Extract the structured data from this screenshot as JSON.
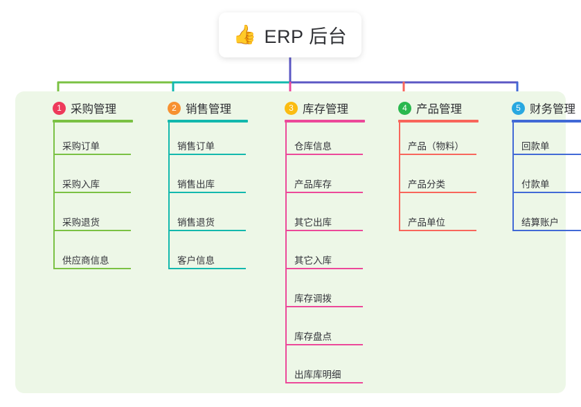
{
  "root": {
    "icon": "thumbs-up-icon",
    "emoji": "👍",
    "title": "ERP 后台"
  },
  "palette": {
    "panel_bg": "#edf7e7",
    "card_bg": "#ffffff",
    "text": "#2f3034",
    "trunk_purple": "#5b57c4",
    "green": "#7ac143",
    "teal": "#12b8ad",
    "pink": "#ec4899",
    "red": "#f8655b",
    "blue": "#4169d6"
  },
  "connector": {
    "segments": [
      {
        "name": "green-segment",
        "color": "#7ac143"
      },
      {
        "name": "teal-segment",
        "color": "#12b8ad"
      },
      {
        "name": "purple-segment",
        "color": "#5b57c4"
      }
    ],
    "drops": [
      {
        "name": "drop-purchase",
        "color": "#7ac143"
      },
      {
        "name": "drop-sales",
        "color": "#12b8ad"
      },
      {
        "name": "drop-inventory",
        "color": "#ec4899"
      },
      {
        "name": "drop-product",
        "color": "#f8655b"
      },
      {
        "name": "drop-finance",
        "color": "#4169d6"
      }
    ]
  },
  "columns": [
    {
      "id": "purchase",
      "number": "1",
      "badge_color": "#ee3a5b",
      "line_color": "#7ac143",
      "title": "采购管理",
      "items": [
        "采购订单",
        "采购入库",
        "采购退货",
        "供应商信息"
      ]
    },
    {
      "id": "sales",
      "number": "2",
      "badge_color": "#f79131",
      "line_color": "#12b8ad",
      "title": "销售管理",
      "items": [
        "销售订单",
        "销售出库",
        "销售退货",
        "客户信息"
      ]
    },
    {
      "id": "inventory",
      "number": "3",
      "badge_color": "#fbbc12",
      "line_color": "#ec4899",
      "title": "库存管理",
      "items": [
        "仓库信息",
        "产品库存",
        "其它出库",
        "其它入库",
        "库存调拨",
        "库存盘点",
        "出库库明细"
      ]
    },
    {
      "id": "product",
      "number": "4",
      "badge_color": "#2ab84e",
      "line_color": "#f8655b",
      "title": "产品管理",
      "items": [
        "产品（物料）",
        "产品分类",
        "产品单位"
      ]
    },
    {
      "id": "finance",
      "number": "5",
      "badge_color": "#29a8e0",
      "line_color": "#4169d6",
      "title": "财务管理",
      "items": [
        "回款单",
        "付款单",
        "结算账户"
      ]
    }
  ]
}
